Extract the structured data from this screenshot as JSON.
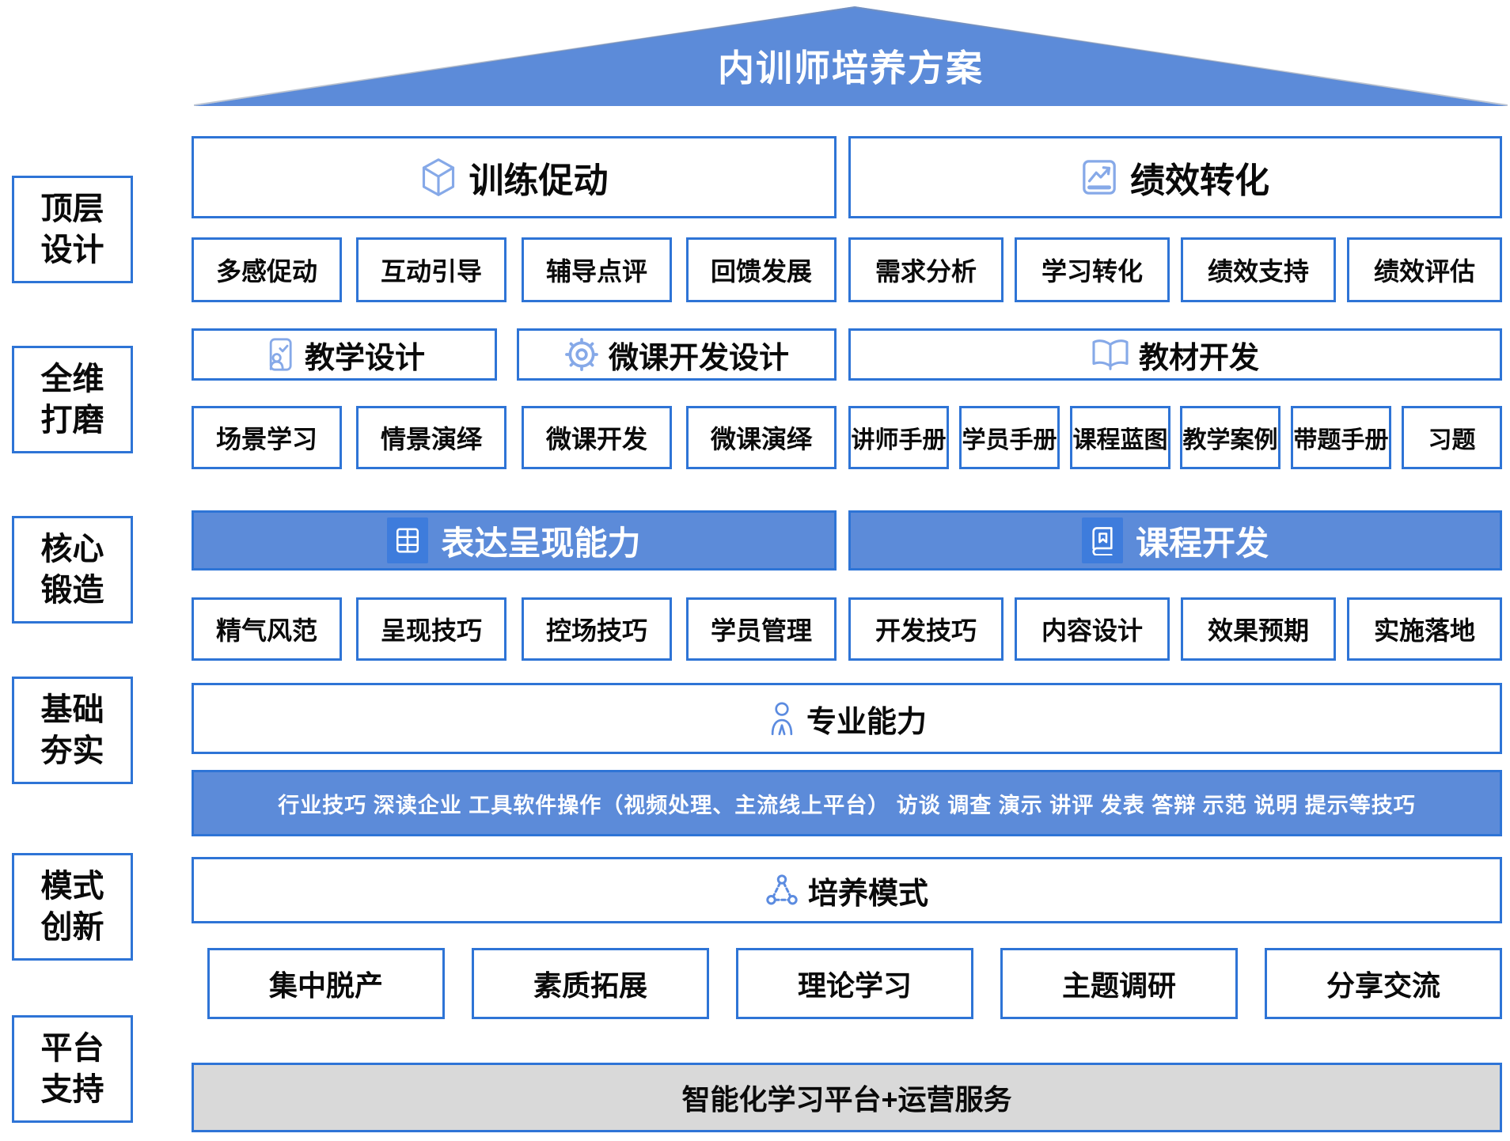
{
  "title": "内训师培养方案",
  "colors": {
    "border_blue": "#2E74D6",
    "fill_blue": "#5C8BD9",
    "icon_light_blue": "#86A9E8",
    "icon_chip_blue": "#3E7CDC",
    "gray_fill": "#D9D9D9"
  },
  "sidebar": {
    "items": [
      {
        "label": "顶层\n设计"
      },
      {
        "label": "全维\n打磨"
      },
      {
        "label": "核心\n锻造"
      },
      {
        "label": "基础\n夯实"
      },
      {
        "label": "模式\n创新"
      },
      {
        "label": "平台\n支持"
      }
    ]
  },
  "row1": {
    "left": {
      "header": "训练促动",
      "icon": "cube-icon",
      "items": [
        "多感促动",
        "互动引导",
        "辅导点评",
        "回馈发展"
      ]
    },
    "right": {
      "header": "绩效转化",
      "icon": "line-chart-icon",
      "items": [
        "需求分析",
        "学习转化",
        "绩效支持",
        "绩效评估"
      ]
    }
  },
  "row2": {
    "headers": [
      {
        "label": "教学设计",
        "icon": "person-document-icon"
      },
      {
        "label": "微课开发设计",
        "icon": "gear-icon"
      },
      {
        "label": "教材开发",
        "icon": "open-book-icon"
      }
    ],
    "left_items": [
      "场景学习",
      "情景演绎",
      "微课开发",
      "微课演绎"
    ],
    "right_items": [
      "讲师手册",
      "学员手册",
      "课程蓝图",
      "教学案例",
      "带题手册",
      "习题"
    ]
  },
  "row3": {
    "left": {
      "header": "表达呈现能力",
      "icon": "grid-icon",
      "items": [
        "精气风范",
        "呈现技巧",
        "控场技巧",
        "学员管理"
      ]
    },
    "right": {
      "header": "课程开发",
      "icon": "course-book-icon",
      "items": [
        "开发技巧",
        "内容设计",
        "效果预期",
        "实施落地"
      ]
    }
  },
  "professional": {
    "header": "专业能力",
    "icon": "person-icon",
    "skills": "行业技巧 深读企业 工具软件操作（视频处理、主流线上平台） 访谈 调查 演示 讲评 发表 答辩 示范 说明 提示等技巧"
  },
  "training_mode": {
    "header": "培养模式",
    "icon": "network-icon",
    "items": [
      "集中脱产",
      "素质拓展",
      "理论学习",
      "主题调研",
      "分享交流"
    ]
  },
  "platform": {
    "label": "智能化学习平台+运营服务"
  }
}
